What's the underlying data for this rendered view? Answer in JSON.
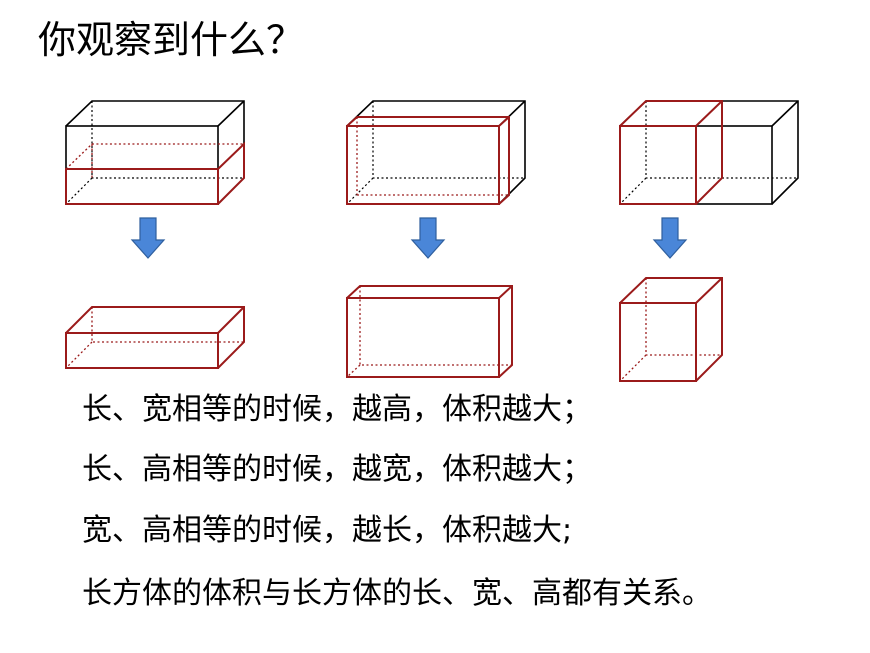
{
  "title": "你观察到什么？",
  "statements": [
    "长、宽相等的时候，越高，体积越大；",
    "长、高相等的时候，越宽，体积越大；",
    "宽、高相等的时候，越长，体积越大;",
    "长方体的体积与长方体的长、宽、高都有关系。"
  ],
  "colors": {
    "outline": "#000000",
    "highlight": "#9b1b1b",
    "arrow_fill": "#4a86d8",
    "arrow_stroke": "#2f5f9e"
  },
  "icons": [
    "down-arrow-icon",
    "down-arrow-icon",
    "down-arrow-icon"
  ]
}
